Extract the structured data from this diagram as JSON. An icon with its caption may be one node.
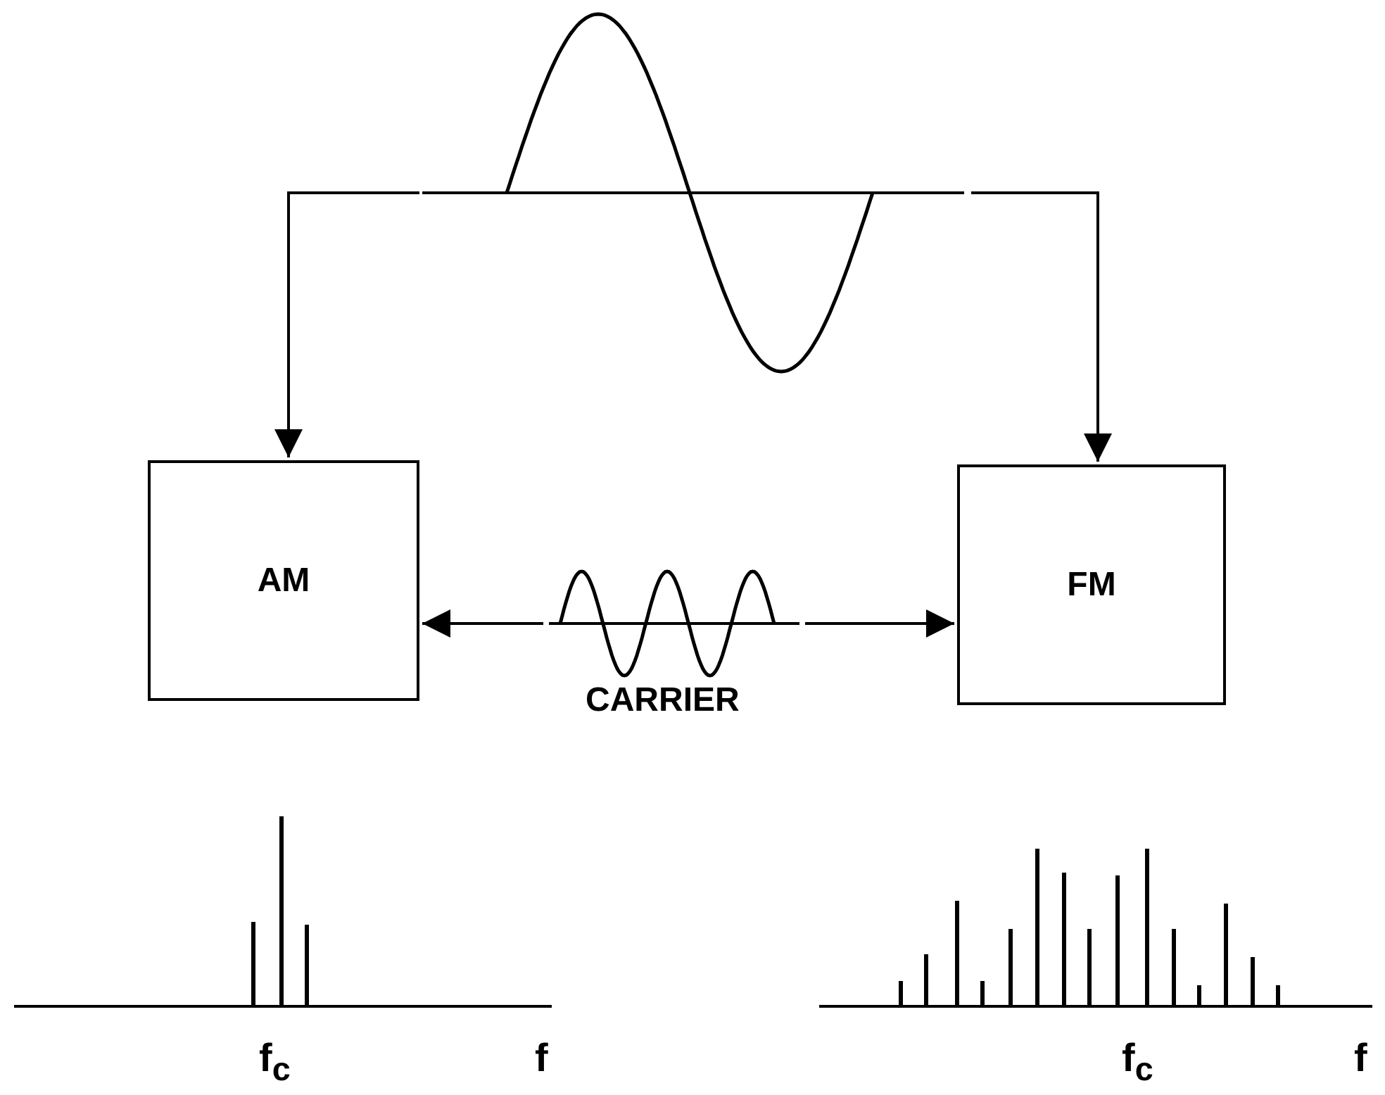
{
  "diagram": {
    "nodes": [
      {
        "text": [],
        "shape": "picture"
      },
      {
        "text": [
          "AM"
        ]
      },
      {
        "text": [
          "FM"
        ]
      },
      {
        "text": [],
        "shape": "picture",
        "beside": [
          "CARRIER"
        ]
      }
    ],
    "edges": [
      {
        "from": 0,
        "to": 1,
        "arrow": "to"
      },
      {
        "from": 0,
        "to": 2,
        "arrow": "to"
      },
      {
        "from": 3,
        "to": 1,
        "arrow": "to"
      },
      {
        "from": 3,
        "to": 2,
        "arrow": "to"
      }
    ],
    "labels": [
      "f$_{c}$",
      "f",
      "f$_{c}$",
      "f"
    ]
  }
}
